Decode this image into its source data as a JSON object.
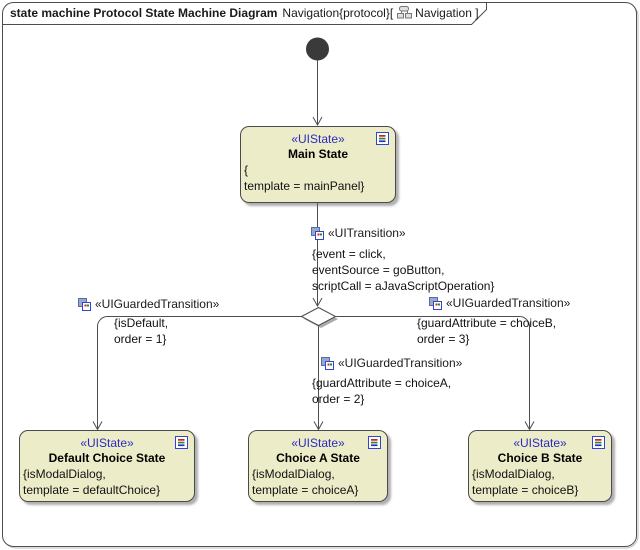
{
  "frame": {
    "keyword": "state machine Protocol State Machine Diagram",
    "context": "Navigation{protocol}[",
    "nav": "Navigation ]"
  },
  "states": {
    "main": {
      "stereotype": "«UIState»",
      "name": "Main State",
      "tags": [
        "{",
        "template = mainPanel}"
      ]
    },
    "default_choice": {
      "stereotype": "«UIState»",
      "name": "Default Choice State",
      "tags": [
        "{isModalDialog,",
        "template = defaultChoice}"
      ]
    },
    "choice_a": {
      "stereotype": "«UIState»",
      "name": "Choice A State",
      "tags": [
        "{isModalDialog,",
        "template = choiceA}"
      ]
    },
    "choice_b": {
      "stereotype": "«UIState»",
      "name": "Choice B State",
      "tags": [
        "{isModalDialog,",
        "template = choiceB}"
      ]
    }
  },
  "transitions": {
    "main_to_choice": {
      "stereotype": "«UITransition»",
      "guard": [
        "{event = click,",
        "eventSource = goButton,",
        "scriptCall = aJavaScriptOperation}"
      ]
    },
    "to_default": {
      "stereotype": "«UIGuardedTransition»",
      "guard": [
        "{isDefault,",
        "order = 1}"
      ]
    },
    "to_choice_a": {
      "stereotype": "«UIGuardedTransition»",
      "guard": [
        "{guardAttribute = choiceA,",
        "order = 2}"
      ]
    },
    "to_choice_b": {
      "stereotype": "«UIGuardedTransition»",
      "guard": [
        "{guardAttribute = choiceB,",
        "order = 3}"
      ]
    }
  },
  "colors": {
    "state_fill": "#ECECC8",
    "state_border": "#4A4A4A",
    "stereotype_blue": "#2B2BBF",
    "connector": "#4D4D4D",
    "initial_node": "#3A3A3A",
    "icon_border_blue": "#3344CC"
  }
}
